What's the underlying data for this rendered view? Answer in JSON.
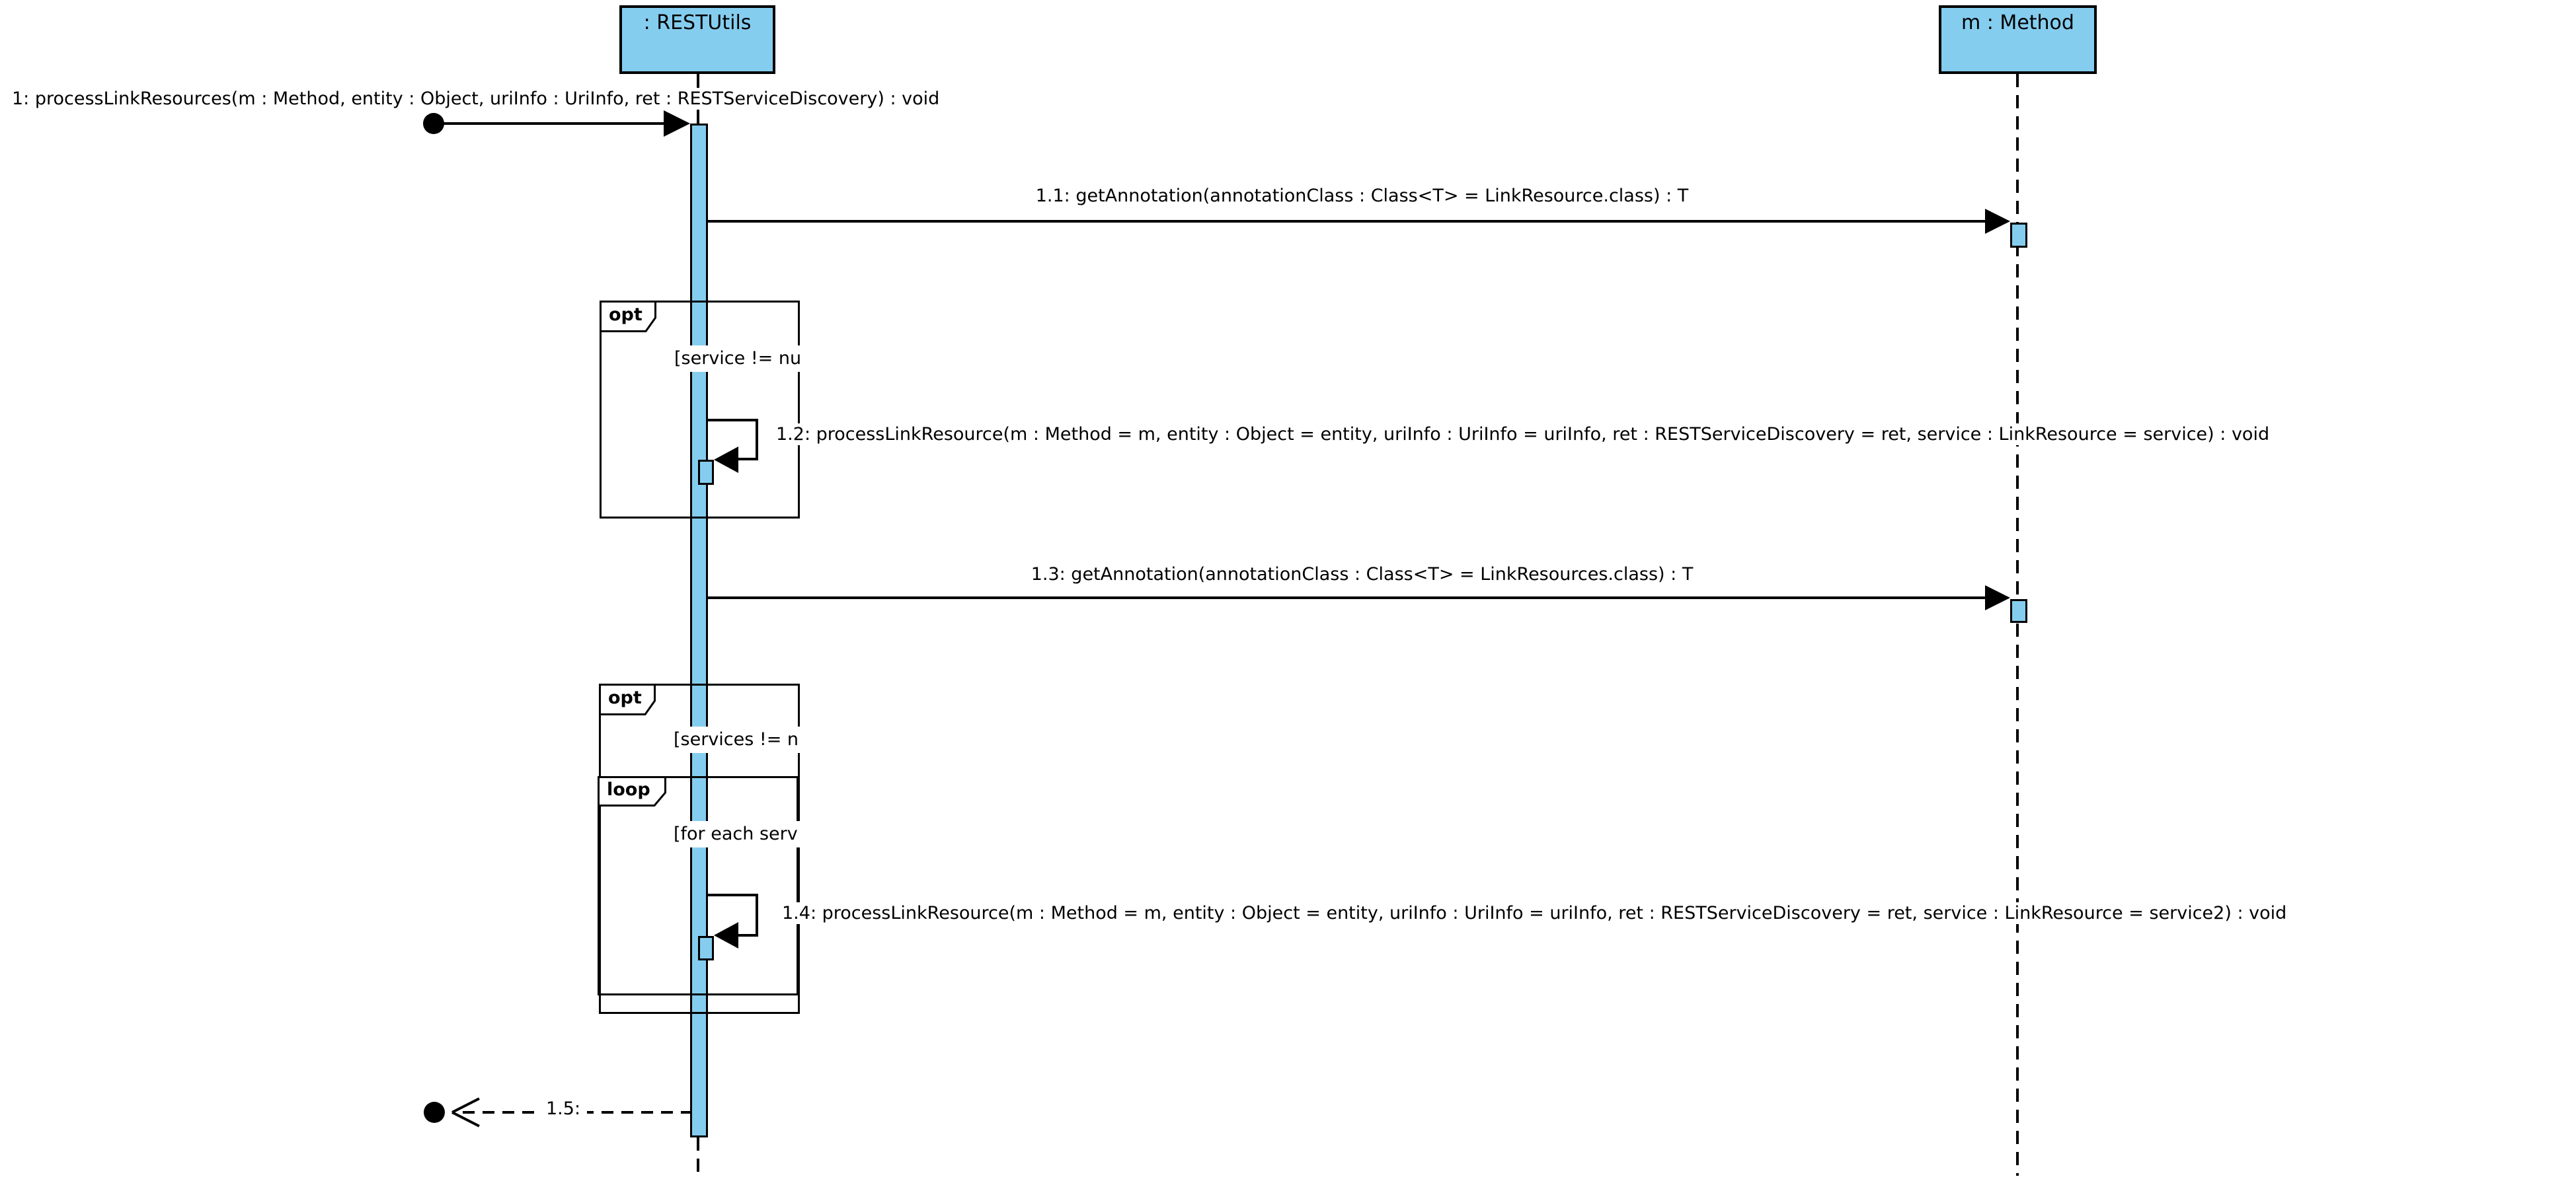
{
  "colors": {
    "lifeline_fill": "#85CDEF",
    "line": "#000000",
    "background": "#FFFFFF"
  },
  "participants": [
    {
      "label": ": RESTUtils"
    },
    {
      "label": "m : Method"
    }
  ],
  "fragments": [
    {
      "operator": "opt",
      "guard": "[service != nu"
    },
    {
      "operator": "opt",
      "guard": "[services != n"
    },
    {
      "operator": "loop",
      "guard": "[for each serv"
    }
  ],
  "messages": [
    {
      "id": "1",
      "type": "found-call",
      "label": "1: processLinkResources(m : Method, entity : Object, uriInfo : UriInfo, ret : RESTServiceDiscovery) : void"
    },
    {
      "id": "1.1",
      "type": "call",
      "label": "1.1: getAnnotation(annotationClass : Class<T> = LinkResource.class) : T"
    },
    {
      "id": "1.2",
      "type": "self-call",
      "label": "1.2: processLinkResource(m : Method = m, entity : Object = entity, uriInfo : UriInfo = uriInfo, ret : RESTServiceDiscovery = ret, service : LinkResource = service) : void"
    },
    {
      "id": "1.3",
      "type": "call",
      "label": "1.3: getAnnotation(annotationClass : Class<T> = LinkResources.class) : T"
    },
    {
      "id": "1.4",
      "type": "self-call",
      "label": "1.4: processLinkResource(m : Method = m, entity : Object = entity, uriInfo : UriInfo = uriInfo, ret : RESTServiceDiscovery = ret, service : LinkResource = service2) : void"
    },
    {
      "id": "1.5",
      "type": "return",
      "label": "1.5:"
    }
  ]
}
